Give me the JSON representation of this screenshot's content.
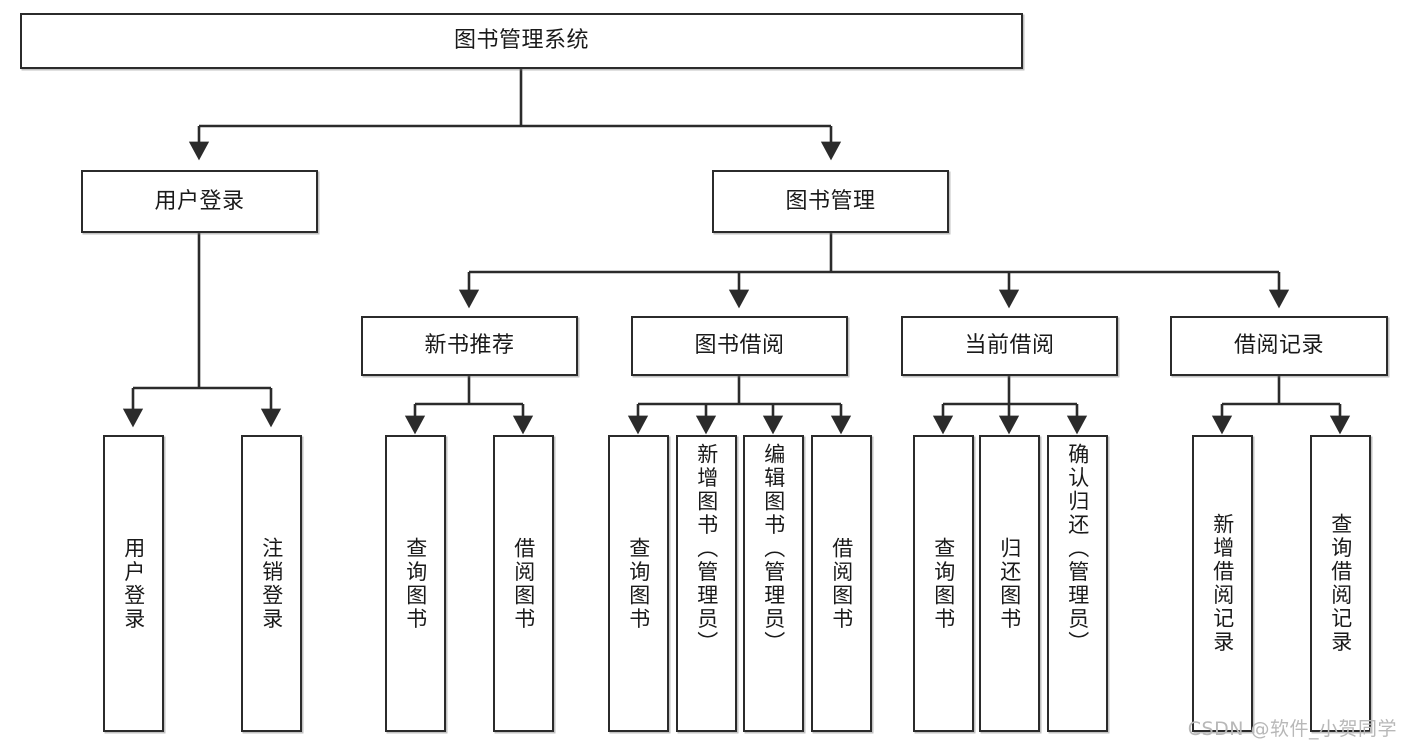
{
  "diagram": {
    "type": "tree-hierarchy",
    "title": "图书管理系统",
    "root": {
      "id": "root",
      "label": "图书管理系统",
      "orientation": "horizontal"
    },
    "level2": [
      {
        "id": "user-login",
        "label": "用户登录",
        "orientation": "horizontal"
      },
      {
        "id": "book-manage",
        "label": "图书管理",
        "orientation": "horizontal"
      }
    ],
    "level3": [
      {
        "id": "new-book-recommend",
        "label": "新书推荐",
        "orientation": "horizontal",
        "parent": "book-manage"
      },
      {
        "id": "book-borrow",
        "label": "图书借阅",
        "orientation": "horizontal",
        "parent": "book-manage"
      },
      {
        "id": "current-borrow",
        "label": "当前借阅",
        "orientation": "horizontal",
        "parent": "book-manage"
      },
      {
        "id": "borrow-record",
        "label": "借阅记录",
        "orientation": "horizontal",
        "parent": "book-manage"
      }
    ],
    "leaves": [
      {
        "id": "leaf-user-login",
        "label": "用户登录",
        "parent": "user-login"
      },
      {
        "id": "leaf-user-logout",
        "label": "注销登录",
        "parent": "user-login"
      },
      {
        "id": "leaf-query-book-1",
        "label": "查询图书",
        "parent": "new-book-recommend"
      },
      {
        "id": "leaf-borrow-book-1",
        "label": "借阅图书",
        "parent": "new-book-recommend"
      },
      {
        "id": "leaf-query-book-2",
        "label": "查询图书",
        "parent": "book-borrow"
      },
      {
        "id": "leaf-add-book",
        "label": "新增图书（管理员）",
        "parent": "book-borrow"
      },
      {
        "id": "leaf-edit-book",
        "label": "编辑图书（管理员）",
        "parent": "book-borrow"
      },
      {
        "id": "leaf-borrow-book-2",
        "label": "借阅图书",
        "parent": "book-borrow"
      },
      {
        "id": "leaf-query-book-3",
        "label": "查询图书",
        "parent": "current-borrow"
      },
      {
        "id": "leaf-return-book",
        "label": "归还图书",
        "parent": "current-borrow"
      },
      {
        "id": "leaf-confirm-return",
        "label": "确认归还（管理员）",
        "parent": "current-borrow"
      },
      {
        "id": "leaf-add-record",
        "label": "新增借阅记录",
        "parent": "borrow-record"
      },
      {
        "id": "leaf-query-record",
        "label": "查询借阅记录",
        "parent": "borrow-record"
      }
    ],
    "colors": {
      "stroke": "#2b2b2b",
      "fill": "#ffffff",
      "text": "#1a1a1a",
      "watermark": "#b8b8b8"
    }
  },
  "watermark": {
    "text": "CSDN @软件_小贺同学"
  }
}
